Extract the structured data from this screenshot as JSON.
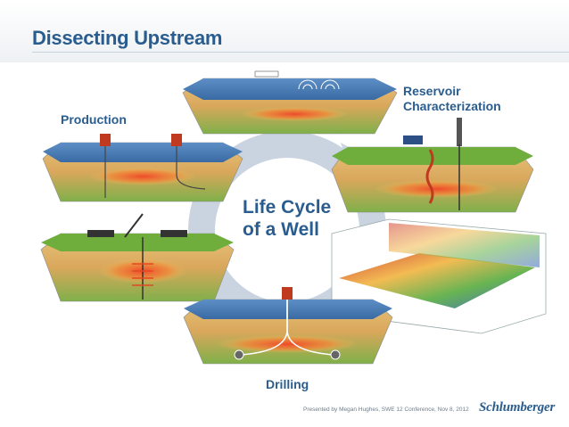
{
  "slide": {
    "title": "Dissecting Upstream",
    "center_label_line1": "Life Cycle",
    "center_label_line2": "of a Well",
    "labels": {
      "reservoir_line1": "Reservoir",
      "reservoir_line2": "Characterization",
      "production": "Production",
      "drilling": "Drilling"
    },
    "footer": "Presented by Megan Hughes,  SWE 12 Conference, Nov 8, 2012",
    "logo": "Schlumberger"
  },
  "colors": {
    "title": "#2a5d8f",
    "cycle_arrow": "#c9d4e0",
    "water": "#4f7fb8",
    "land": "#6fae3c",
    "rock_upper": "#d9b16a",
    "rock_lower": "#86b94a",
    "reservoir_hot": "#e8552f"
  }
}
